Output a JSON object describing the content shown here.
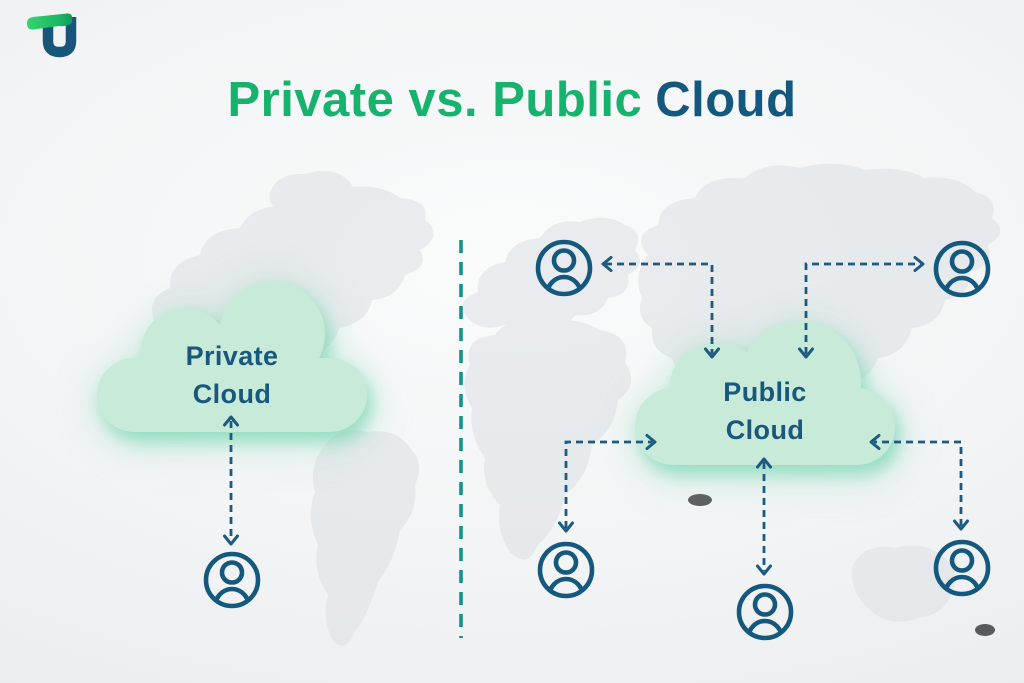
{
  "meta": {
    "title": "Private vs. Public Cloud"
  },
  "logo": {
    "icon": "tu-logo"
  },
  "title": {
    "green_text": "Private vs. Public",
    "blue_text": "Cloud"
  },
  "colors": {
    "title_green": "#17b26d",
    "title_blue": "#15587e",
    "cloud_fill": "#c7ead9",
    "cloud_glow": "#7ed8b0",
    "label_blue": "#19587c",
    "connector_blue": "#1d5a80",
    "divider_teal": "#12948a",
    "background": "#eef0f2",
    "map_gray": "#e0e3e7"
  },
  "diagram": {
    "divider": {
      "orientation": "vertical",
      "style": "dashed",
      "color": "#12948a"
    },
    "private_section": {
      "cloud_label_line1": "Private",
      "cloud_label_line2": "Cloud",
      "user_count": 1,
      "user_icon": "user-avatar-icon"
    },
    "public_section": {
      "cloud_label_line1": "Public",
      "cloud_label_line2": "Cloud",
      "user_count": 5,
      "user_icon": "user-avatar-icon"
    },
    "edges": [
      {
        "from": "private-cloud",
        "to": "private-user",
        "style": "dashed",
        "bidirectional": true
      },
      {
        "from": "public-cloud",
        "to": "public-user-top-left",
        "style": "dashed",
        "bidirectional": true
      },
      {
        "from": "public-cloud",
        "to": "public-user-top-right",
        "style": "dashed",
        "bidirectional": true
      },
      {
        "from": "public-cloud",
        "to": "public-user-bottom-left",
        "style": "dashed",
        "bidirectional": true
      },
      {
        "from": "public-cloud",
        "to": "public-user-bottom-center",
        "style": "dashed",
        "bidirectional": true
      },
      {
        "from": "public-cloud",
        "to": "public-user-bottom-right",
        "style": "dashed",
        "bidirectional": true
      }
    ]
  }
}
